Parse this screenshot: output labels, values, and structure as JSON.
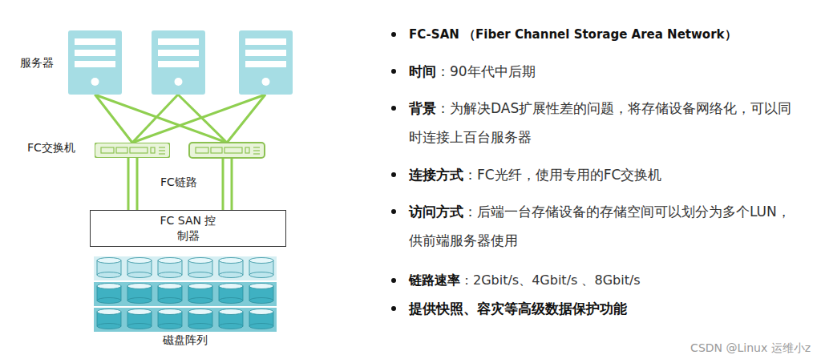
{
  "diagram": {
    "nodes": [
      {
        "text": [
          "服务器"
        ]
      },
      {
        "text": [
          "FC交换机"
        ]
      },
      {
        "text": [
          "FC SAN 控制器"
        ]
      },
      {
        "text": [
          "磁盘阵列"
        ]
      }
    ],
    "edges": [
      {
        "from": 0,
        "to": 1,
        "arrow": "none"
      },
      {
        "from": 1,
        "to": 2,
        "arrow": "none"
      }
    ],
    "labels": [
      "FC-SAN （Fiber Channel Storage Area Network）",
      "时间",
      "：90年代中后期",
      "背景",
      "：为解决DAS扩展性差的问题，将存储设备网络化，可以同时连接上百台服务器",
      "连接方式",
      "：FC光纤，使用专用的FC交换机",
      "访问方式",
      "：后端一台存储设备的存储空间可以划分为多个LUN，供前端服务器使用",
      "链路速率",
      "：2Gbit/s、4Gbit/s 、8Gbit/s",
      "提供快照、容灾等高级数据保护功能",
      "FC链路",
      "CSDN @Linux 运维小z"
    ]
  }
}
